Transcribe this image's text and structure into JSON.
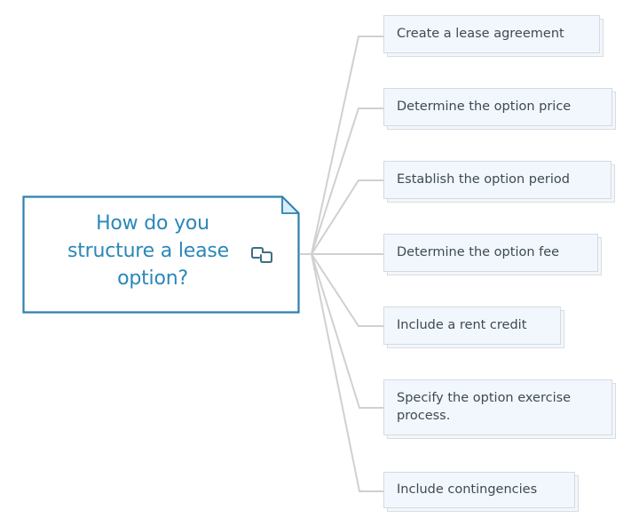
{
  "central_topic": {
    "line1": "How do you",
    "line2": "structure a lease",
    "line3": "option?",
    "icon": "linked-topic-icon",
    "border_color": "#2f7fb0",
    "text_color": "#2a87b8",
    "fold_fill": "#d9eefa"
  },
  "connector_color": "#d0d0d0",
  "topics": [
    {
      "label": "Create a lease agreement"
    },
    {
      "label": "Determine the option price"
    },
    {
      "label": "Establish the option period"
    },
    {
      "label": "Determine the option fee"
    },
    {
      "label": "Include a rent credit"
    },
    {
      "label_line1": "Specify the option exercise",
      "label_line2": "process."
    },
    {
      "label": "Include contingencies"
    }
  ]
}
